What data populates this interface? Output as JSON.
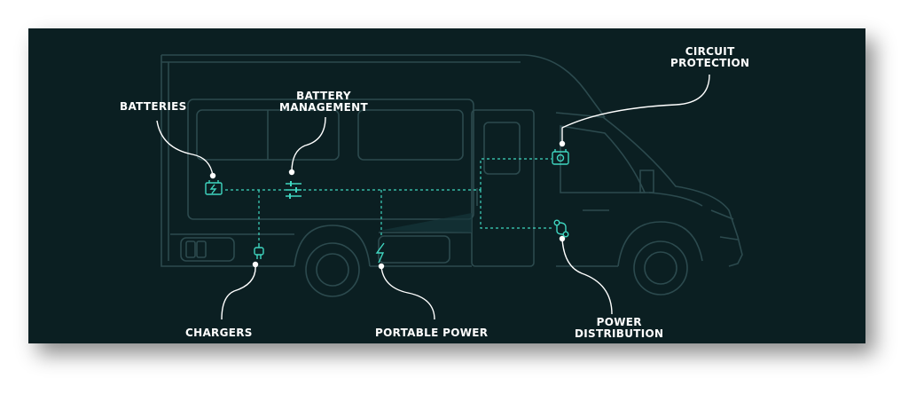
{
  "colors": {
    "background": "#0b1f22",
    "van_outline": "#2c4a4e",
    "accent": "#3fd6c0",
    "label_text": "#ffffff"
  },
  "labels": {
    "batteries": "BATTERIES",
    "battery_management": [
      "BATTERY",
      "MANAGEMENT"
    ],
    "circuit_protection": [
      "CIRCUIT",
      "PROTECTION"
    ],
    "chargers": "CHARGERS",
    "portable_power": "PORTABLE POWER",
    "power_distribution": [
      "POWER",
      "DISTRIBUTION"
    ]
  },
  "icons": {
    "batteries": "battery-icon",
    "battery_management": "sliders-icon",
    "circuit_protection": "breaker-icon",
    "chargers": "plug-icon",
    "portable_power": "lightning-icon",
    "power_distribution": "distribution-icon"
  }
}
